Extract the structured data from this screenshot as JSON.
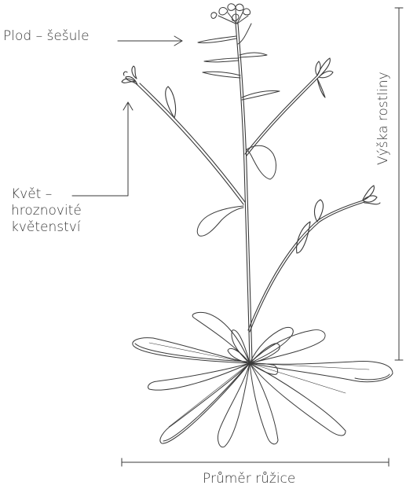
{
  "labels": {
    "fruit": "Plod – šešule",
    "flower_line1": "Květ –",
    "flower_line2": "hroznovité",
    "flower_line3": "květenství",
    "height": "Výška rostliny",
    "diameter": "Průměr růžice"
  },
  "colors": {
    "line": "#3a3a3a",
    "text": "#3a3a3a",
    "background": "#ffffff"
  }
}
